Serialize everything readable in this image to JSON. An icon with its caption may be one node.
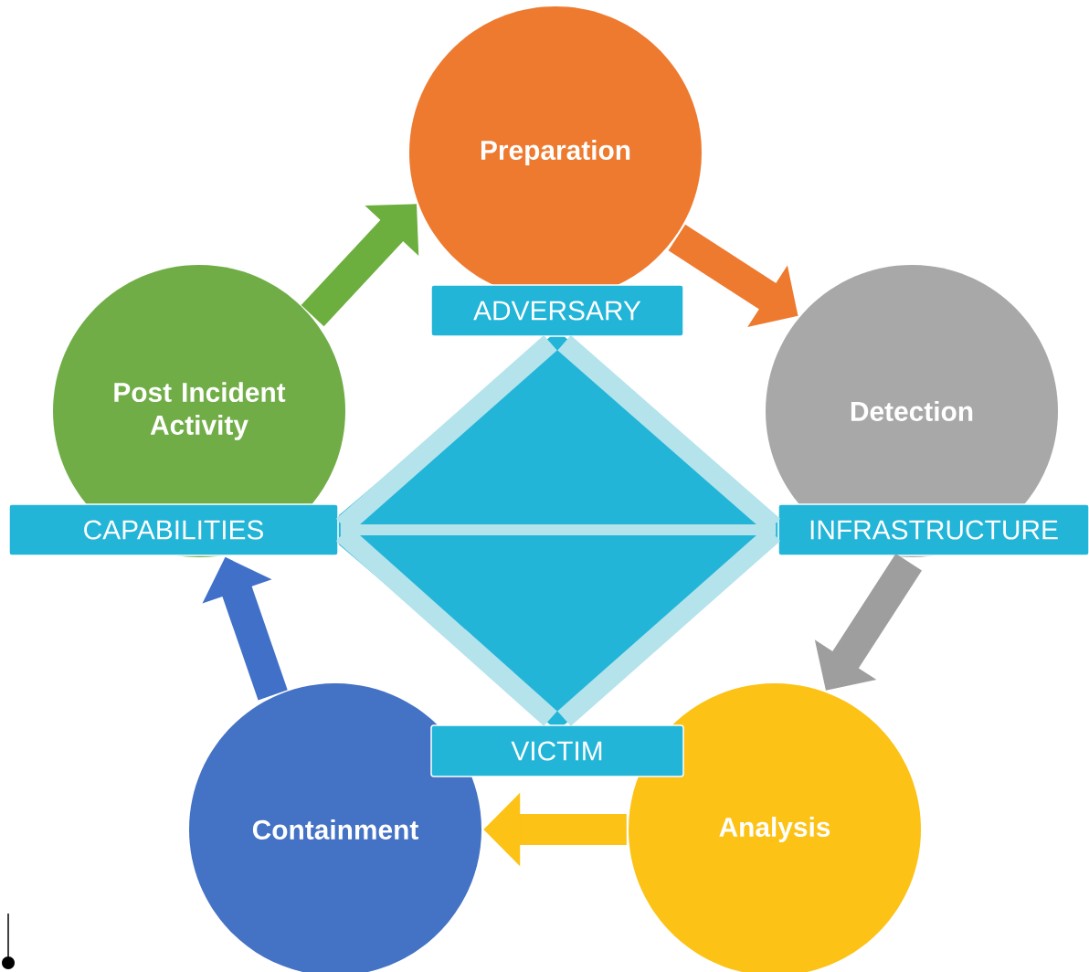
{
  "diagram": {
    "nodes": [
      {
        "text": [
          "Preparation"
        ]
      },
      {
        "text": [
          "Detection"
        ]
      },
      {
        "text": [
          "Analysis"
        ]
      },
      {
        "text": [
          "Containment"
        ]
      },
      {
        "text": [
          "Post Incident Activity"
        ]
      },
      {
        "text": [
          "ADVERSARY"
        ]
      },
      {
        "text": [
          "CAPABILITIES"
        ]
      },
      {
        "text": [
          "INFRASTRUCTURE"
        ]
      },
      {
        "text": [
          "VICTIM"
        ]
      }
    ],
    "edges": [
      {
        "from": 0,
        "to": 1,
        "arrow": "to",
        "color": "#ee7a30"
      },
      {
        "from": 1,
        "to": 2,
        "arrow": "to",
        "color": "#9e9e9e"
      },
      {
        "from": 2,
        "to": 3,
        "arrow": "to",
        "color": "#fcc216"
      },
      {
        "from": 3,
        "to": 4,
        "arrow": "to",
        "color": "#4170c8"
      },
      {
        "from": 4,
        "to": 0,
        "arrow": "to",
        "color": "#6caf3e"
      },
      {
        "from": 5,
        "to": 7,
        "arrow": "none",
        "color": "#b4e3ec"
      },
      {
        "from": 7,
        "to": 8,
        "arrow": "none",
        "color": "#b4e3ec"
      },
      {
        "from": 8,
        "to": 6,
        "arrow": "none",
        "color": "#b4e3ec"
      },
      {
        "from": 6,
        "to": 5,
        "arrow": "none",
        "color": "#b4e3ec"
      },
      {
        "from": 6,
        "to": 7,
        "arrow": "none",
        "color": "#b4e3ec"
      }
    ]
  }
}
